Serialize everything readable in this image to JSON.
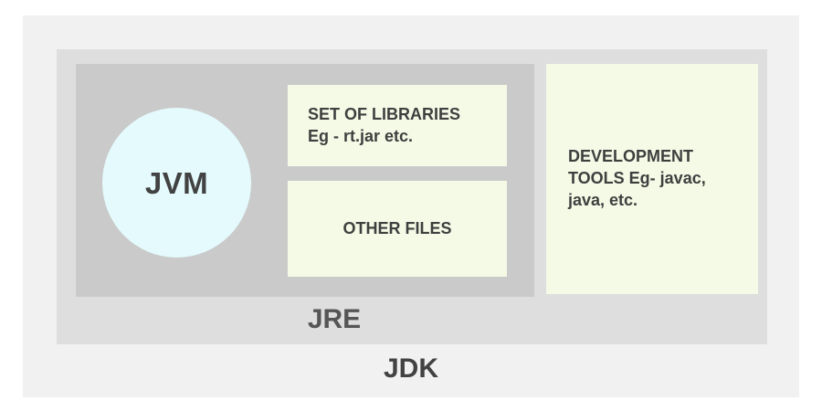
{
  "diagram": {
    "title_jdk": "JDK",
    "title_jre": "JRE",
    "jvm": {
      "label": "JVM"
    },
    "libraries": {
      "line1": "SET OF LIBRARIES",
      "line2": "Eg - rt.jar etc."
    },
    "other_files": {
      "line1": "OTHER FILES"
    },
    "dev_tools": {
      "line1": "DEVELOPMENT",
      "line2": "TOOLS Eg- javac,",
      "line3": "java, etc."
    }
  },
  "colors": {
    "outer_background": "#f1f1f1",
    "jre_background": "#dedede",
    "runtime_background": "#cacaca",
    "jvm_fill": "#e4fafd",
    "panel_fill": "#f4fae6",
    "text_dark": "#3f3f3f",
    "caption_dark": "#424242",
    "caption_gray": "#555555"
  }
}
